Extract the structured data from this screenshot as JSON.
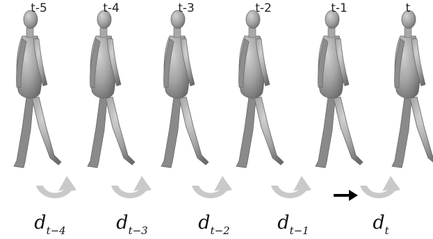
{
  "frames": [
    {
      "time_label": "t-5",
      "disp_base": "d",
      "disp_sub": "t−4"
    },
    {
      "time_label": "t-4",
      "disp_base": "d",
      "disp_sub": "t−3"
    },
    {
      "time_label": "t-3",
      "disp_base": "d",
      "disp_sub": "t−2"
    },
    {
      "time_label": "t-2",
      "disp_base": "d",
      "disp_sub": "t−1"
    },
    {
      "time_label": "t-1",
      "disp_base": "d",
      "disp_sub": "t"
    },
    {
      "time_label": "t"
    }
  ],
  "colors": {
    "body": "#9a9a9a",
    "body_shade": "#6f6f6f",
    "curved_arrow": "#c9c9c9",
    "pointer_arrow": "#000000"
  }
}
